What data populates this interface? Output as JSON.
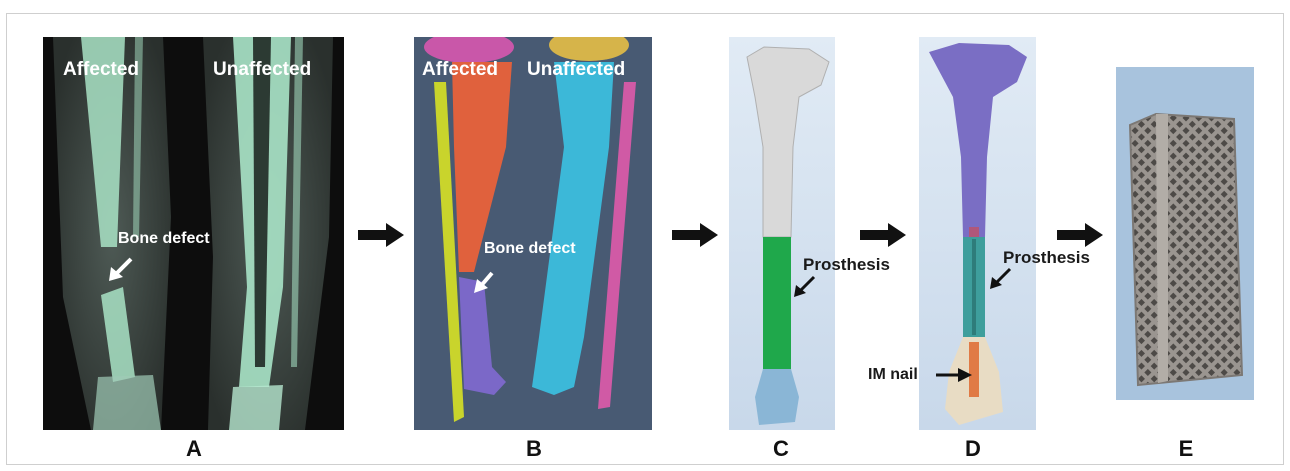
{
  "panels": {
    "a": {
      "letter": "A",
      "affected": "Affected",
      "unaffected": "Unaffected",
      "defect": "Bone defect"
    },
    "b": {
      "letter": "B",
      "affected": "Affected",
      "unaffected": "Unaffected",
      "defect": "Bone defect"
    },
    "c": {
      "letter": "C",
      "prosthesis": "Prosthesis"
    },
    "d": {
      "letter": "D",
      "prosthesis": "Prosthesis",
      "nail": "IM nail"
    },
    "e": {
      "letter": "E"
    }
  },
  "colors": {
    "ct_background": "#0d0d0d",
    "ct_bone": "#a9e3c6",
    "render_background": "#485a73",
    "tibia_affected": "#e0613d",
    "fibula": "#c9d42c",
    "tibia_unaffected": "#3cb8d8",
    "fibula_unaffected": "#d05aa5",
    "distal_fragment": "#7b68c8",
    "bone_grey": "#d9d9d9",
    "prosthesis_green": "#1fa84b",
    "distal_blue": "#8ab6d6",
    "bone_purple": "#7a6ec4",
    "prosthesis_teal": "#3e9e9c",
    "nail_orange": "#e07a45",
    "photo_bg": "#a8c3dd",
    "metal": "#8e8a86"
  }
}
